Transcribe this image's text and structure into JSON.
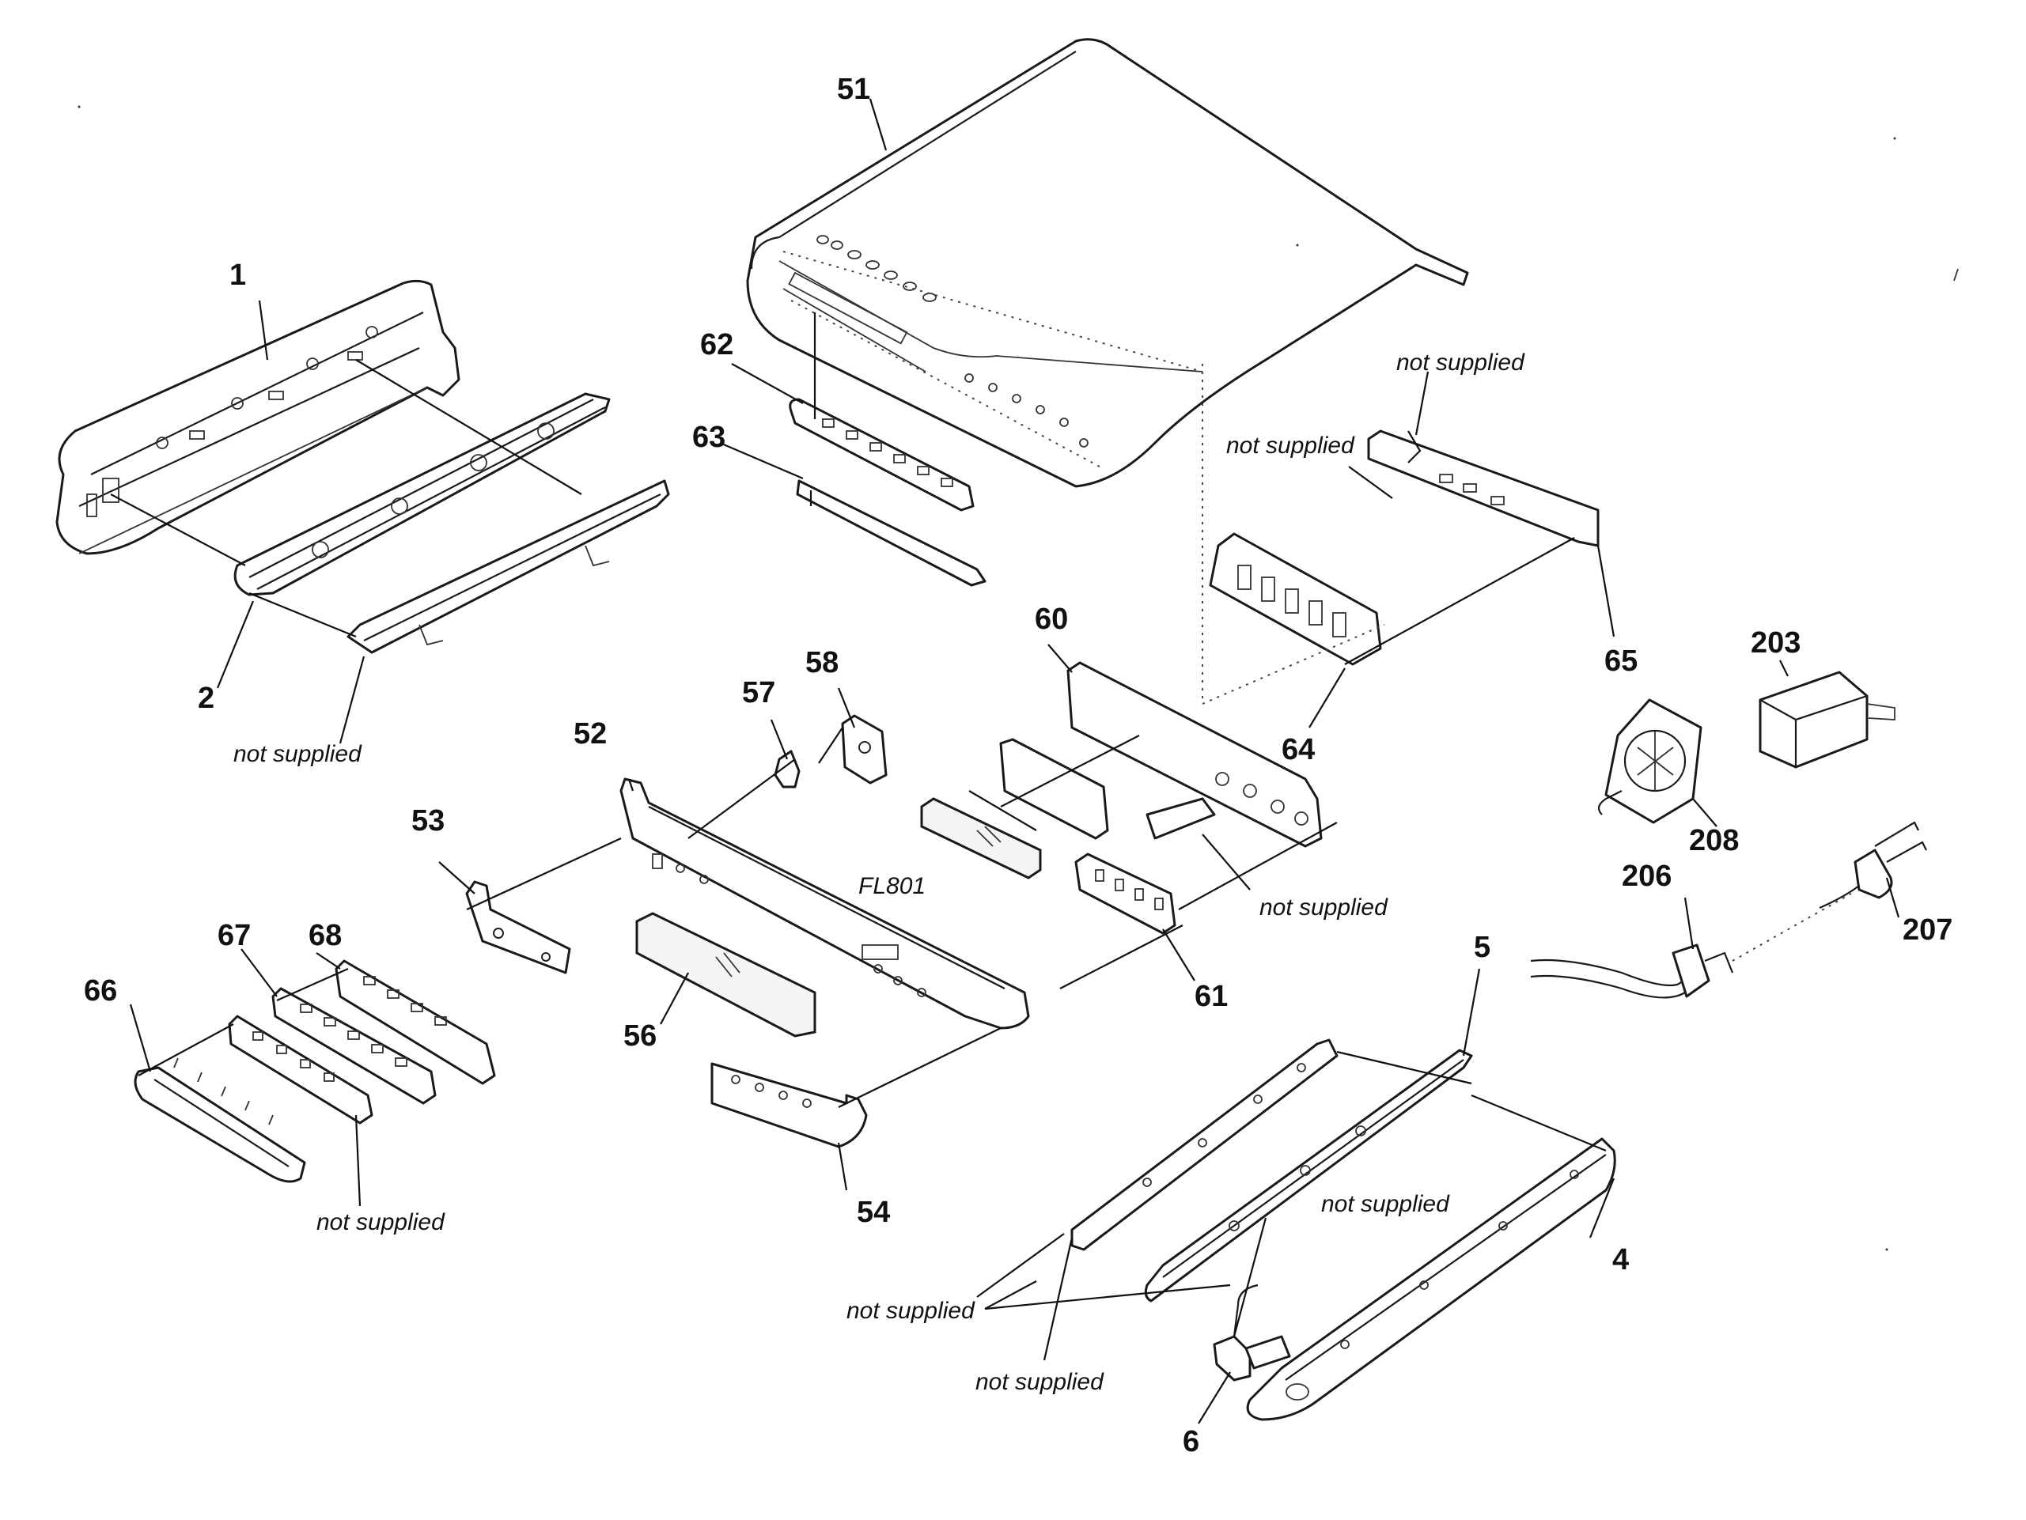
{
  "callouts": {
    "p1": "1",
    "p2": "2",
    "p4": "4",
    "p5": "5",
    "p6": "6",
    "p51": "51",
    "p52": "52",
    "p53": "53",
    "p54": "54",
    "p56": "56",
    "p57": "57",
    "p58": "58",
    "p60": "60",
    "p61": "61",
    "p62": "62",
    "p63": "63",
    "p64": "64",
    "p65": "65",
    "p66": "66",
    "p67": "67",
    "p68": "68",
    "p203": "203",
    "p206": "206",
    "p207": "207",
    "p208": "208",
    "fl801": "FL801"
  },
  "notes": {
    "not_supplied": "not supplied"
  }
}
